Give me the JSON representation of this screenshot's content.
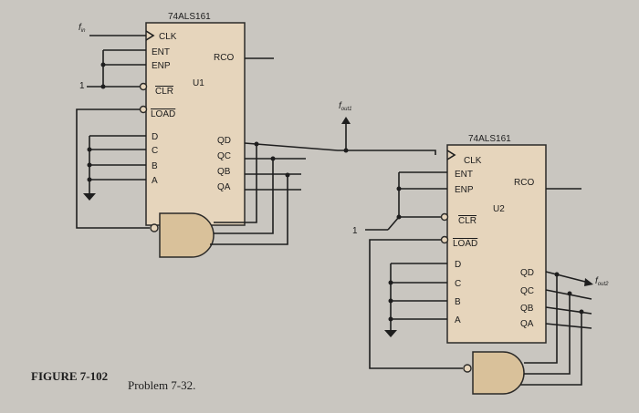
{
  "u1": {
    "part": "74ALS161",
    "ref": "U1",
    "pins_left": [
      "CLK",
      "ENT",
      "ENP",
      "CLR",
      "LOAD",
      "D",
      "C",
      "B",
      "A"
    ],
    "pins_right": [
      "RCO",
      "QD",
      "QC",
      "QB",
      "QA"
    ]
  },
  "u2": {
    "part": "74ALS161",
    "ref": "U2",
    "pins_left": [
      "CLK",
      "ENT",
      "ENP",
      "CLR",
      "LOAD",
      "D",
      "C",
      "B",
      "A"
    ],
    "pins_right": [
      "RCO",
      "QD",
      "QC",
      "QB",
      "QA"
    ]
  },
  "signals": {
    "fin": "f",
    "fin_sub": "in",
    "fout1": "f",
    "fout1_sub": "out1",
    "fout2": "f",
    "fout2_sub": "out2",
    "one_a": "1",
    "one_b": "1"
  },
  "caption": {
    "figure": "FIGURE 7-102",
    "text": "Problem 7-32."
  }
}
